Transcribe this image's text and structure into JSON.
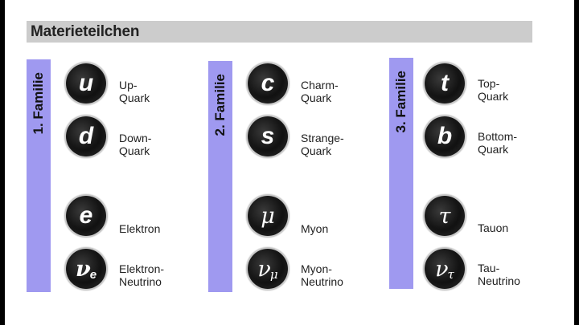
{
  "title": "Materieteilchen",
  "families": [
    {
      "label": "1. Familie",
      "particles": [
        {
          "symbol": "u",
          "subscript": "",
          "name_lines": [
            "Up-",
            "Quark"
          ]
        },
        {
          "symbol": "d",
          "subscript": "",
          "name_lines": [
            "Down-",
            "Quark"
          ]
        },
        {
          "symbol": "e",
          "subscript": "",
          "name_lines": [
            "",
            "Elektron"
          ]
        },
        {
          "symbol": "ν",
          "subscript": "e",
          "name_lines": [
            "Elektron-",
            "Neutrino"
          ]
        }
      ]
    },
    {
      "label": "2. Familie",
      "particles": [
        {
          "symbol": "c",
          "subscript": "",
          "name_lines": [
            "Charm-",
            "Quark"
          ]
        },
        {
          "symbol": "s",
          "subscript": "",
          "name_lines": [
            "Strange-",
            "Quark"
          ]
        },
        {
          "symbol": "μ",
          "subscript": "",
          "name_lines": [
            "",
            "Myon"
          ]
        },
        {
          "symbol": "ν",
          "subscript": "μ",
          "name_lines": [
            "Myon-",
            "Neutrino"
          ]
        }
      ]
    },
    {
      "label": "3. Familie",
      "particles": [
        {
          "symbol": "t",
          "subscript": "",
          "name_lines": [
            "Top-",
            "Quark"
          ]
        },
        {
          "symbol": "b",
          "subscript": "",
          "name_lines": [
            "Bottom-",
            "Quark"
          ]
        },
        {
          "symbol": "τ",
          "subscript": "",
          "name_lines": [
            "",
            "Tauon"
          ]
        },
        {
          "symbol": "ν",
          "subscript": "τ",
          "name_lines": [
            "Tau-",
            "Neutrino"
          ]
        }
      ]
    }
  ],
  "colors": {
    "family_bar": "#9f99f0",
    "title_bar": "#cccccc",
    "particle_ball": "#111111"
  }
}
